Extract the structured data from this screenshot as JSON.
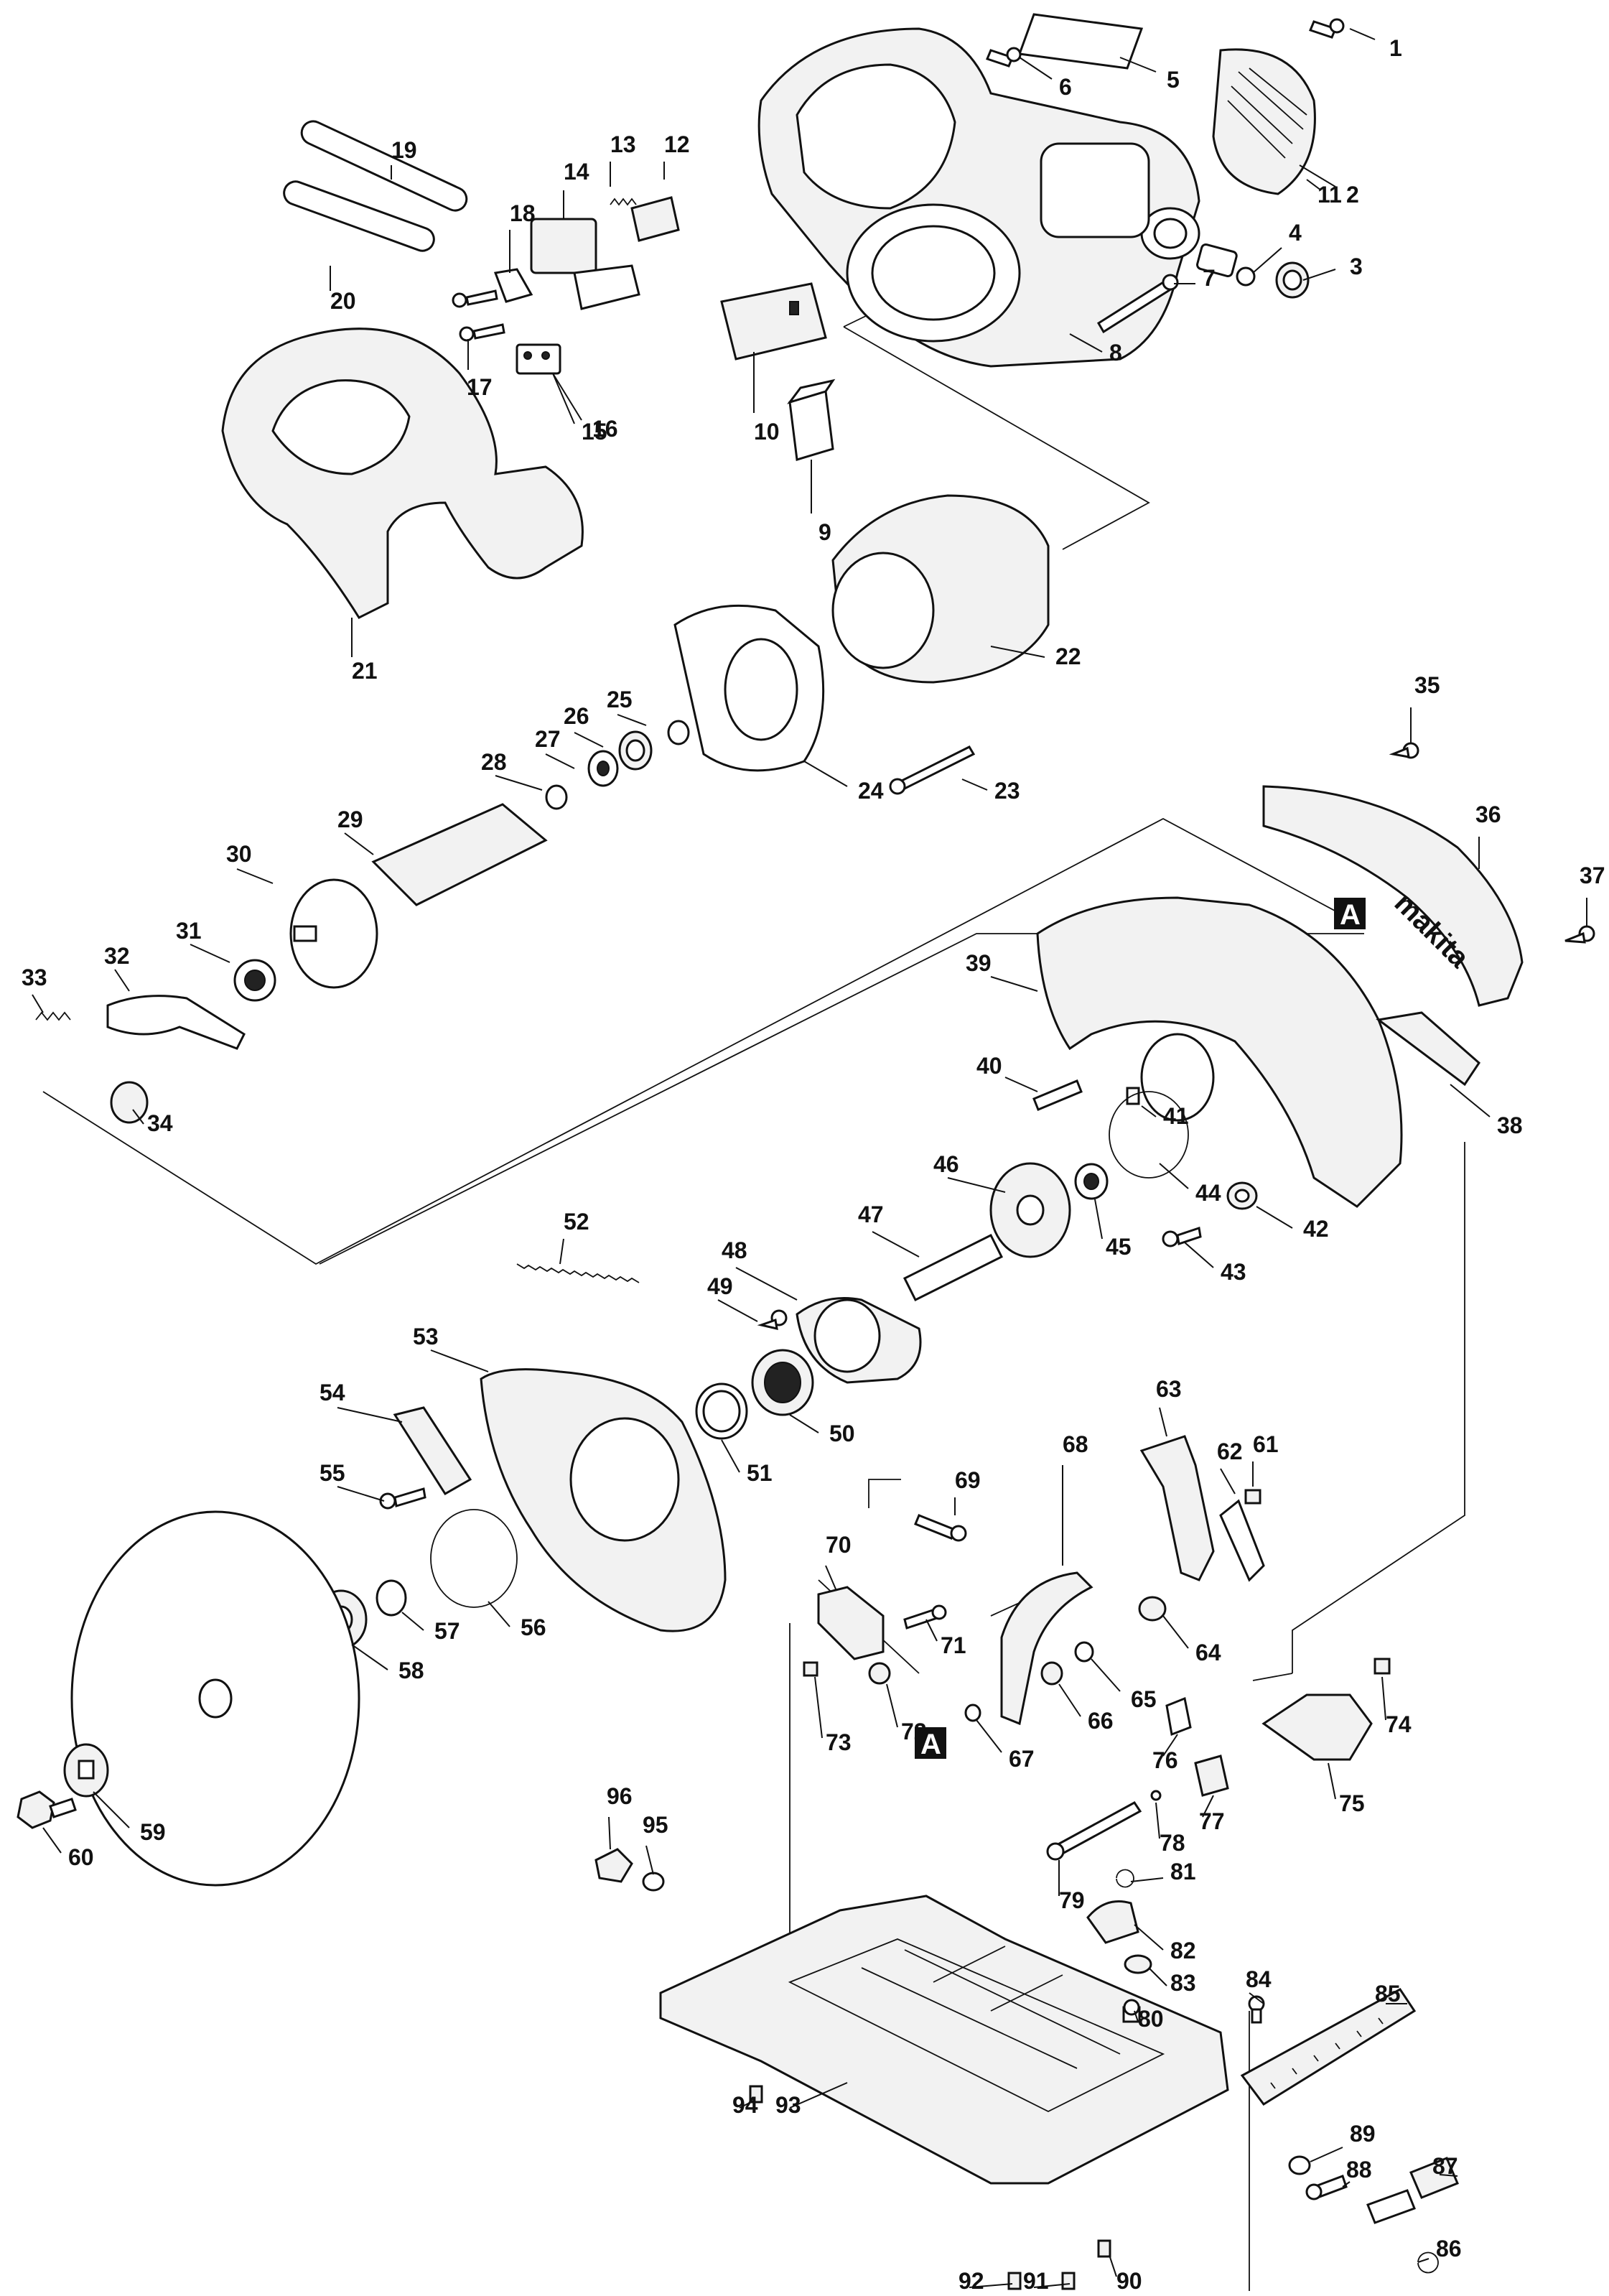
{
  "brand_text": "makita",
  "marker_letter": "A",
  "callouts": [
    "1",
    "2",
    "3",
    "4",
    "5",
    "6",
    "7",
    "8",
    "9",
    "10",
    "11",
    "12",
    "13",
    "14",
    "15",
    "16",
    "17",
    "18",
    "19",
    "20",
    "21",
    "22",
    "23",
    "24",
    "25",
    "26",
    "27",
    "28",
    "29",
    "30",
    "31",
    "32",
    "33",
    "34",
    "35",
    "36",
    "37",
    "38",
    "39",
    "40",
    "41",
    "42",
    "43",
    "44",
    "45",
    "46",
    "47",
    "48",
    "49",
    "50",
    "51",
    "52",
    "53",
    "54",
    "55",
    "56",
    "57",
    "58",
    "59",
    "60",
    "61",
    "62",
    "63",
    "64",
    "65",
    "66",
    "67",
    "68",
    "69",
    "70",
    "71",
    "72",
    "73",
    "74",
    "75",
    "76",
    "77",
    "78",
    "79",
    "80",
    "81",
    "82",
    "83",
    "84",
    "85",
    "86",
    "87",
    "88",
    "89",
    "90",
    "91",
    "92",
    "93",
    "94",
    "95",
    "96"
  ]
}
